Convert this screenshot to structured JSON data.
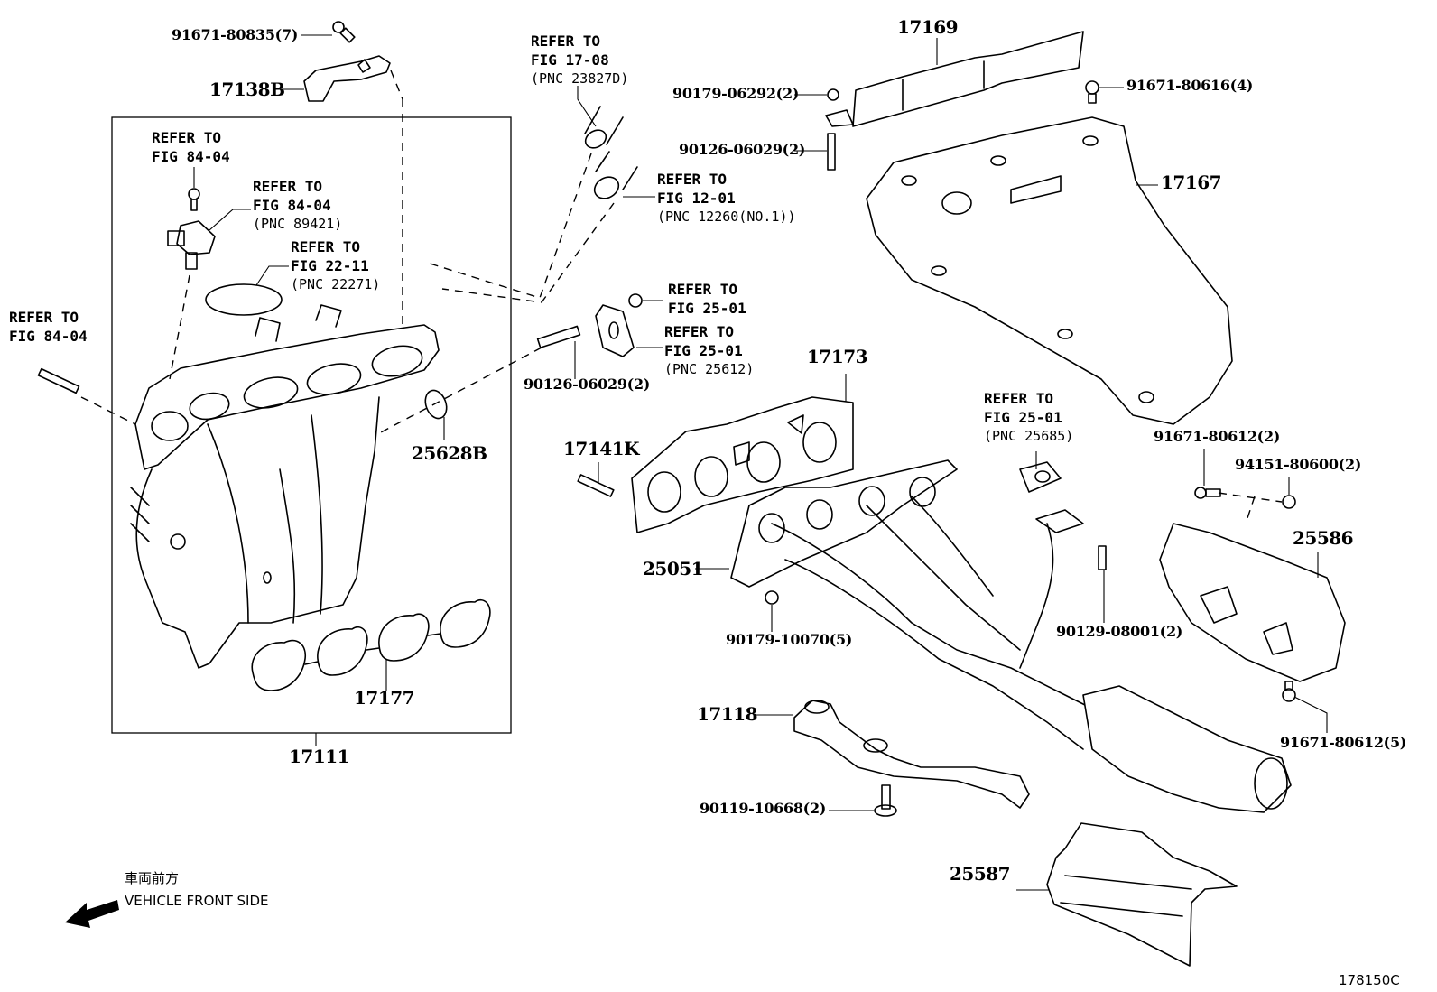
{
  "figure_code": "178150C",
  "orientation": {
    "label_jp": "車両前方",
    "label_en": "VEHICLE FRONT SIDE",
    "icon": "arrow-left-down-icon"
  },
  "parts": {
    "p_91671_80835": "91671-80835(7)",
    "p_17138B": "17138B",
    "p_17111": "17111",
    "p_17177": "17177",
    "p_25628B": "25628B",
    "p_90126_06029_a": "90126-06029(2)",
    "p_90179_06292": "90179-06292(2)",
    "p_90126_06029_b": "90126-06029(2)",
    "p_17169": "17169",
    "p_91671_80616": "91671-80616(4)",
    "p_17167": "17167",
    "p_17173": "17173",
    "p_17141K": "17141K",
    "p_25051": "25051",
    "p_90179_10070": "90179-10070(5)",
    "p_90129_08001": "90129-08001(2)",
    "p_91671_80612_a": "91671-80612(2)",
    "p_94151_80600": "94151-80600(2)",
    "p_25586": "25586",
    "p_91671_80612_b": "91671-80612(5)",
    "p_17118": "17118",
    "p_90119_10668": "90119-10668(2)",
    "p_25587": "25587"
  },
  "references": {
    "ref_left": {
      "line1": "REFER TO",
      "line2": "FIG 84-04"
    },
    "ref_bolt": {
      "line1": "REFER TO",
      "line2": "FIG 84-04"
    },
    "ref_sensor": {
      "line1": "REFER TO",
      "line2": "FIG 84-04",
      "pnc": "(PNC 89421)"
    },
    "ref_oring": {
      "line1": "REFER TO",
      "line2": "FIG 22-11",
      "pnc": "(PNC 22271)"
    },
    "ref_hose": {
      "line1": "REFER TO",
      "line2": "FIG 17-08",
      "pnc": "(PNC 23827D)"
    },
    "ref_hose2": {
      "line1": "REFER TO",
      "line2": "FIG 12-01",
      "pnc": "(PNC 12260(NO.1))"
    },
    "ref_nut": {
      "line1": "REFER TO",
      "line2": "FIG 25-01"
    },
    "ref_egrplate": {
      "line1": "REFER TO",
      "line2": "FIG 25-01",
      "pnc": "(PNC 25612)"
    },
    "ref_egrgasket": {
      "line1": "REFER TO",
      "line2": "FIG 25-01",
      "pnc": "(PNC 25685)"
    }
  }
}
